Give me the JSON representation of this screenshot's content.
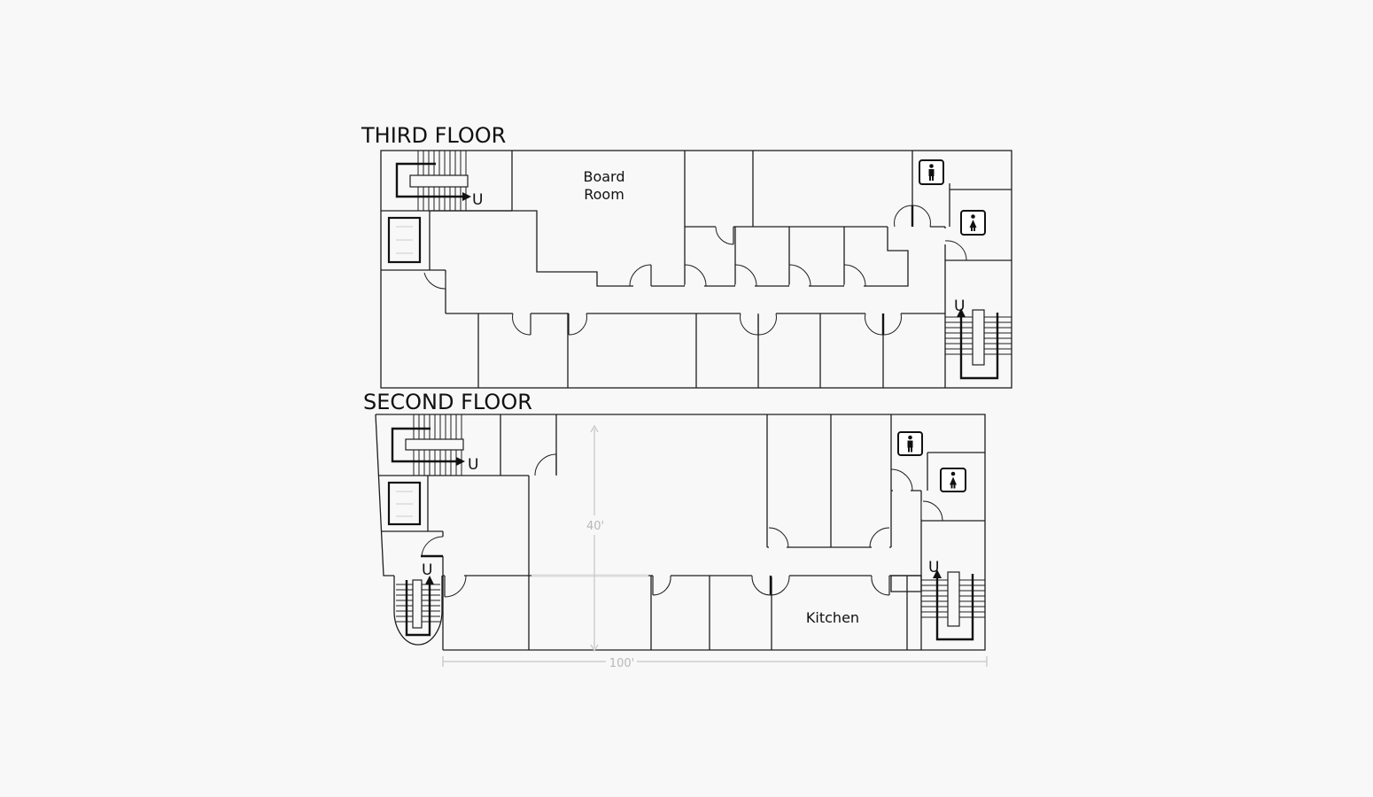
{
  "floors": {
    "third": {
      "title": "THIRD FLOOR",
      "board_room": [
        "Board",
        "Room"
      ]
    },
    "second": {
      "title": "SECOND FLOOR",
      "kitchen": "Kitchen"
    }
  },
  "stair_label": "U",
  "dimensions": {
    "height": "40'",
    "width": "100'"
  },
  "icons": {
    "men_restroom": "mens-restroom-icon",
    "women_restroom": "womens-restroom-icon",
    "elevator": "elevator-icon"
  },
  "colors": {
    "background": "#f8f8f8",
    "line": "#1e1e1e",
    "dimension": "#c4c4c4"
  }
}
